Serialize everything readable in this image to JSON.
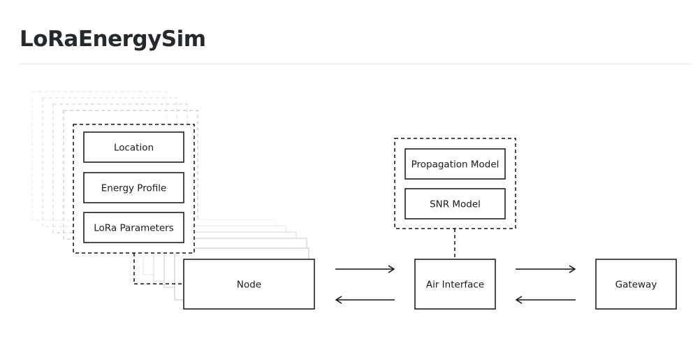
{
  "page": {
    "title": "LoRaEnergySim"
  },
  "diagram": {
    "node_components": {
      "location": "Location",
      "energy_profile": "Energy Profile",
      "lora_parameters": "LoRa Parameters"
    },
    "air_components": {
      "propagation_model": "Propagation Model",
      "snr_model": "SNR Model"
    },
    "blocks": {
      "node": "Node",
      "air_interface": "Air Interface",
      "gateway": "Gateway"
    }
  }
}
